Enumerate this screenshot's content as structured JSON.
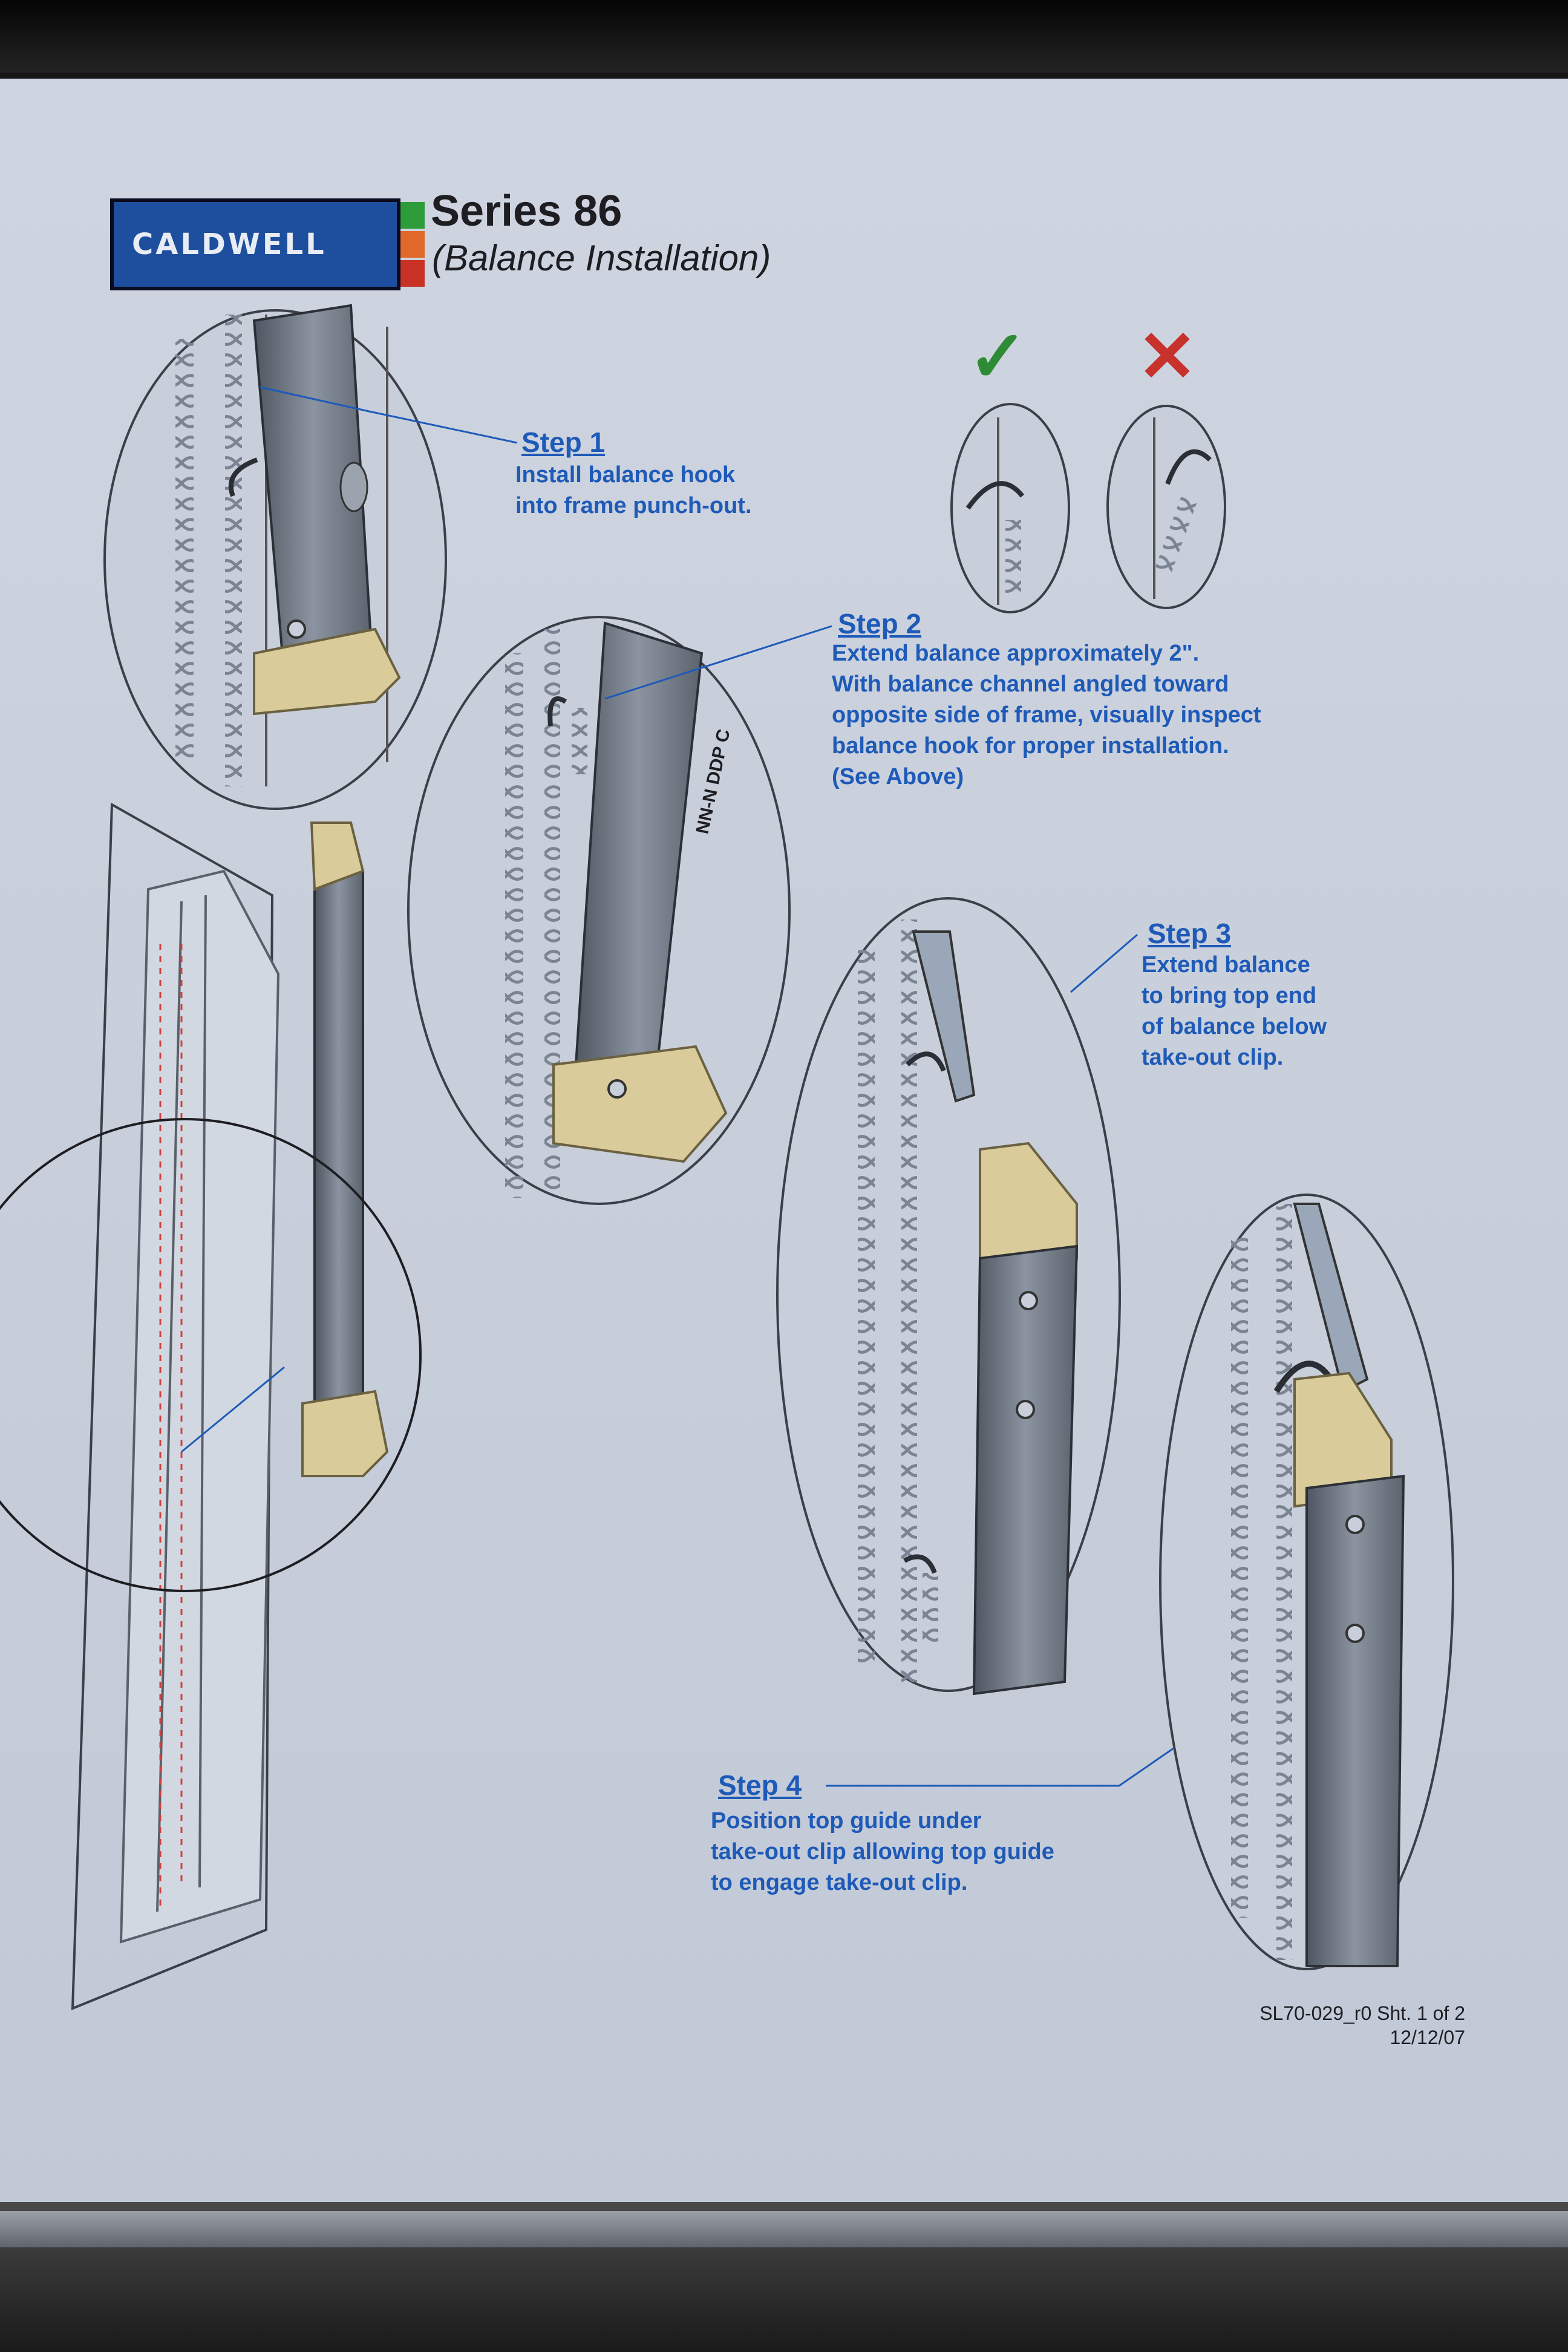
{
  "logo": {
    "text": "CALDWELL",
    "colors": {
      "primary": "#1e4f9e",
      "square_green": "#2e9c3a",
      "square_orange": "#e0682a",
      "square_red": "#c83226"
    }
  },
  "header": {
    "title": "Series 86",
    "subtitle": "(Balance Installation)"
  },
  "steps": [
    {
      "heading": "Step 1",
      "text": "Install balance hook\ninto frame punch-out."
    },
    {
      "heading": "Step 2",
      "text": "Extend balance approximately 2\".\nWith balance channel angled toward\nopposite side of frame, visually inspect\nbalance hook for proper installation.\n(See Above)"
    },
    {
      "heading": "Step 3",
      "text": "Extend balance\nto bring top end\nof balance below\ntake-out clip."
    },
    {
      "heading": "Step 4",
      "text": "Position top guide under\ntake-out clip allowing top guide\nto engage take-out clip."
    }
  ],
  "inspection": {
    "correct_icon": "check-icon",
    "incorrect_icon": "x-icon",
    "correct_color": "#2e8b35",
    "incorrect_color": "#c8322c"
  },
  "footer": {
    "doc_id": "SL70-029_r0  Sht. 1 of 2",
    "date": "12/12/07"
  },
  "colors": {
    "step_text": "#1e5ab8",
    "balance_tan": "#d9cc9a",
    "channel_gray": "#6f7883"
  }
}
